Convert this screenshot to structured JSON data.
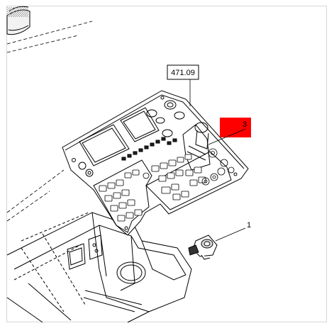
{
  "diagram": {
    "ref_box_label": "471.09",
    "callouts": [
      {
        "number": "3",
        "highlighted": true,
        "highlight_color": "#ff0000"
      },
      {
        "number": "1",
        "highlighted": false
      }
    ]
  }
}
